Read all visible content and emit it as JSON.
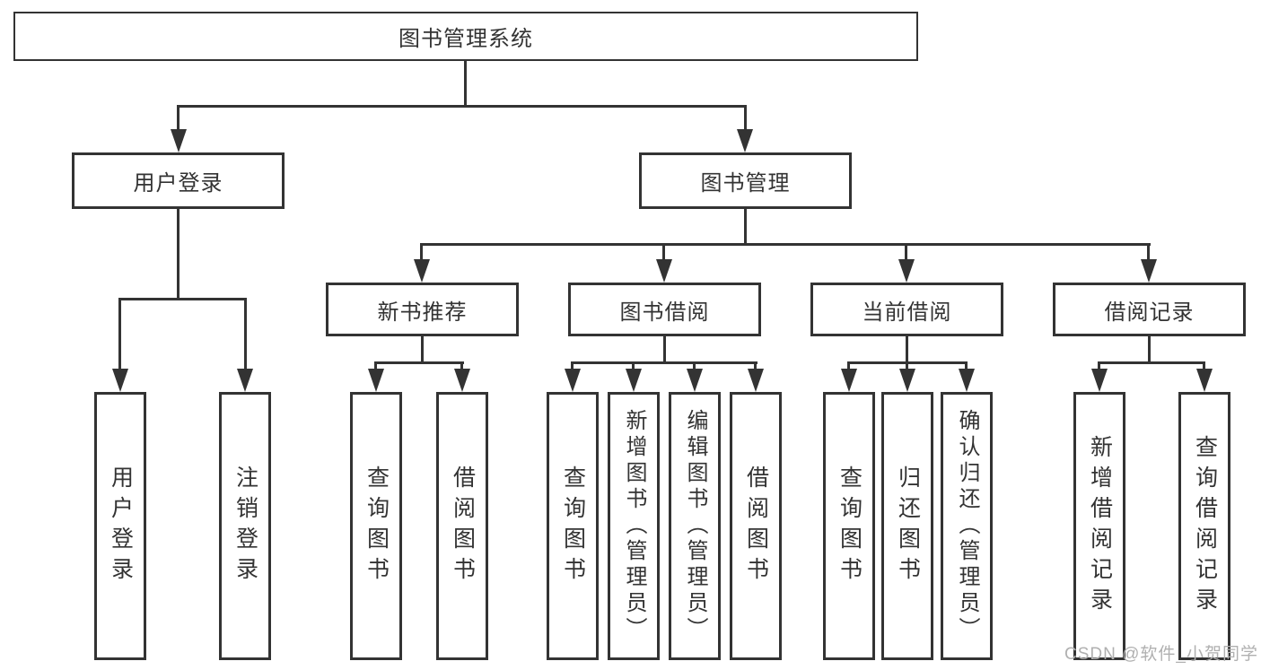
{
  "diagram": {
    "root": {
      "label": "图书管理系统"
    },
    "branches": [
      {
        "label": "用户登录",
        "leaves": [
          {
            "label": "用户登录"
          },
          {
            "label": "注销登录"
          }
        ]
      },
      {
        "label": "图书管理",
        "children": [
          {
            "label": "新书推荐",
            "leaves": [
              {
                "label": "查询图书"
              },
              {
                "label": "借阅图书"
              }
            ]
          },
          {
            "label": "图书借阅",
            "leaves": [
              {
                "label": "查询图书"
              },
              {
                "label": "新增图书（管理员）"
              },
              {
                "label": "编辑图书（管理员）"
              },
              {
                "label": "借阅图书"
              }
            ]
          },
          {
            "label": "当前借阅",
            "leaves": [
              {
                "label": "查询图书"
              },
              {
                "label": "归还图书"
              },
              {
                "label": "确认归还（管理员）"
              }
            ]
          },
          {
            "label": "借阅记录",
            "leaves": [
              {
                "label": "新增借阅记录"
              },
              {
                "label": "查询借阅记录"
              }
            ]
          }
        ]
      }
    ]
  },
  "watermark": {
    "text": "CSDN @软件_小贺同学"
  },
  "colors": {
    "line": "#333333",
    "text": "#333333",
    "watermark": "#b0b0b0",
    "background": "#ffffff"
  }
}
